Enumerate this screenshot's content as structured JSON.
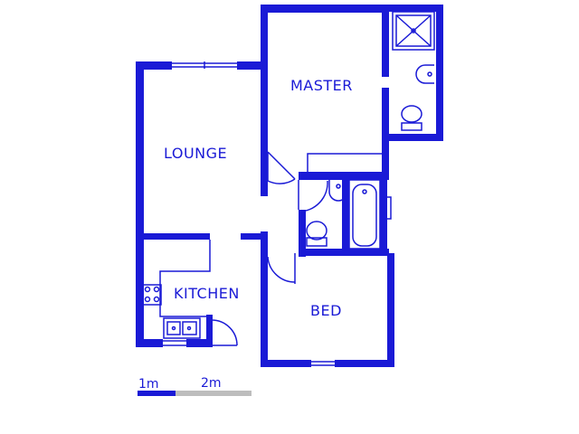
{
  "rooms": {
    "master": "MASTER",
    "lounge": "LOUNGE",
    "kitchen": "KITCHEN",
    "bed": "BED"
  },
  "scale": {
    "label_1": "1m",
    "label_2": "2m"
  },
  "colors": {
    "wall": "#1a1ad6",
    "scale_grey": "#bdbdbd"
  }
}
